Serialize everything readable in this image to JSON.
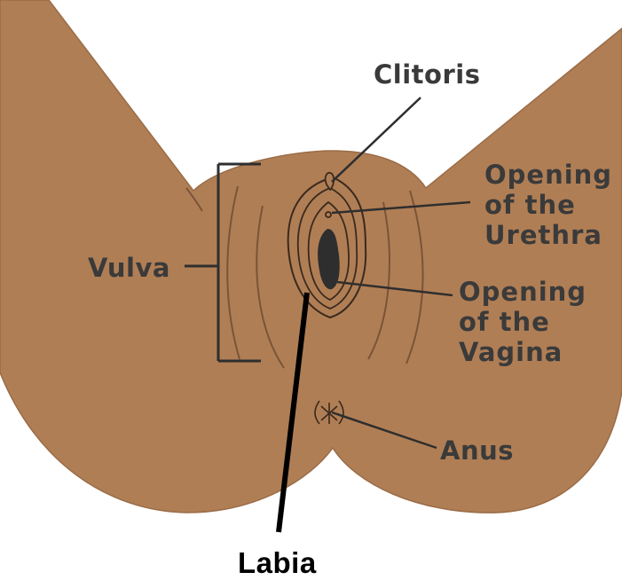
{
  "colors": {
    "skin": "#b07e55",
    "skin_line": "#7a5438",
    "ink": "#2e2e2e",
    "text": "#3a3a3a",
    "background": "#ffffff"
  },
  "labels": {
    "clitoris": "Clitoris",
    "urethra": [
      "Opening",
      "of the",
      "Urethra"
    ],
    "vulva": "Vulva",
    "vagina": [
      "Opening",
      "of the",
      "Vagina"
    ],
    "anus": "Anus",
    "labia": "Labia"
  }
}
